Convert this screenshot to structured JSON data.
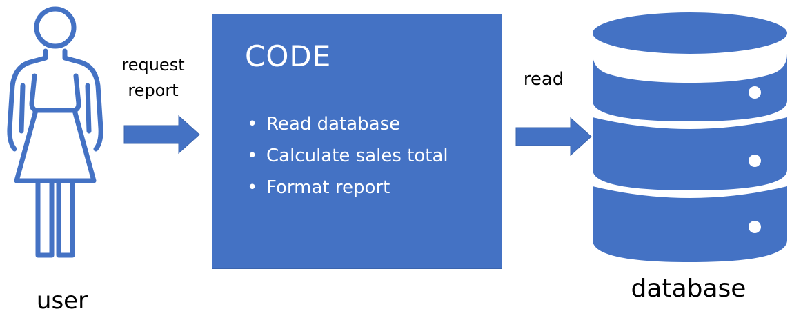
{
  "user": {
    "label": "user"
  },
  "arrow_request": {
    "line1": "request",
    "line2": "report"
  },
  "code_box": {
    "title": "CODE",
    "items": [
      "Read database",
      "Calculate sales total",
      "Format report"
    ]
  },
  "arrow_read": {
    "label": "read"
  },
  "database": {
    "label": "database"
  },
  "colors": {
    "accent_blue": "#4472c4",
    "text": "#000000",
    "box_text": "#ffffff"
  },
  "icons": {
    "user": "person-icon",
    "database": "database-icon",
    "arrow": "right-arrow-icon",
    "bullet": "bullet"
  }
}
